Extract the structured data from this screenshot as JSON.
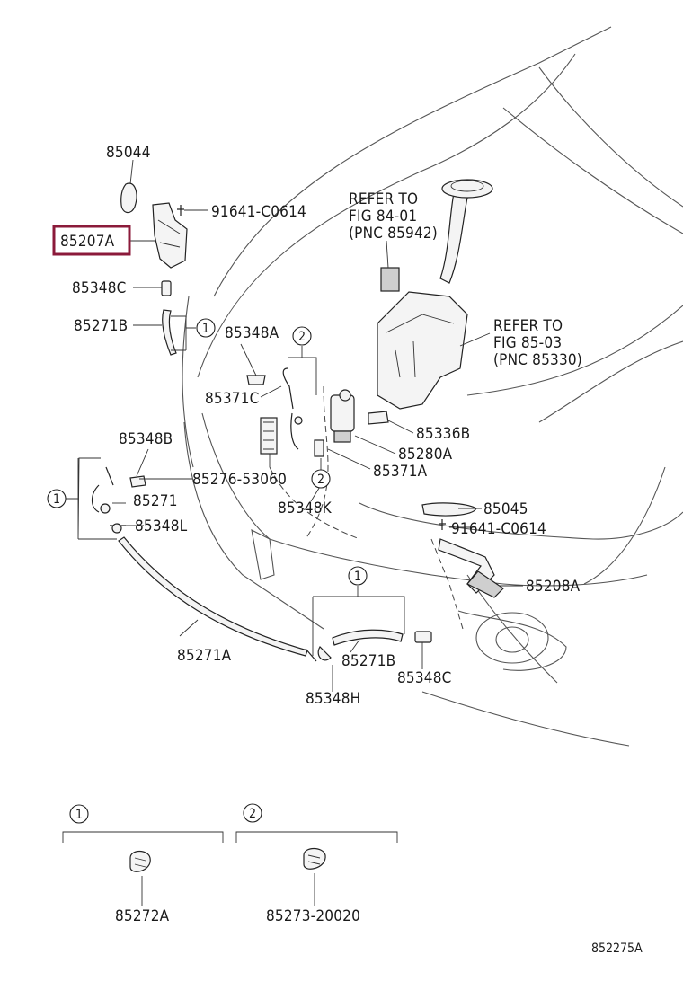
{
  "diagram_id": "852275A",
  "highlight_color": "#8b1a3a",
  "callouts": {
    "c1": "1",
    "c2": "2"
  },
  "labels": {
    "p85044": "85044",
    "p91641_top": "91641-C0614",
    "p85207A": "85207A",
    "p85348C_top": "85348C",
    "p85271B_top": "85271B",
    "p85348A": "85348A",
    "p85371C": "85371C",
    "p85348B": "85348B",
    "p85271": "85271",
    "p85348L": "85348L",
    "p85276": "85276-53060",
    "p85348K": "85348K",
    "p85336B": "85336B",
    "p85280A": "85280A",
    "p85371A": "85371A",
    "p85045": "85045",
    "p91641_mid": "91641-C0614",
    "p85208A": "85208A",
    "p85271A": "85271A",
    "p85271B_bot": "85271B",
    "p85348C_bot": "85348C",
    "p85348H": "85348H",
    "p85272A": "85272A",
    "p85273": "85273-20020"
  },
  "refer1": {
    "line1": "REFER TO",
    "line2": "FIG 84-01",
    "line3": "(PNC 85942)"
  },
  "refer2": {
    "line1": "REFER TO",
    "line2": "FIG 85-03",
    "line3": "(PNC 85330)"
  }
}
